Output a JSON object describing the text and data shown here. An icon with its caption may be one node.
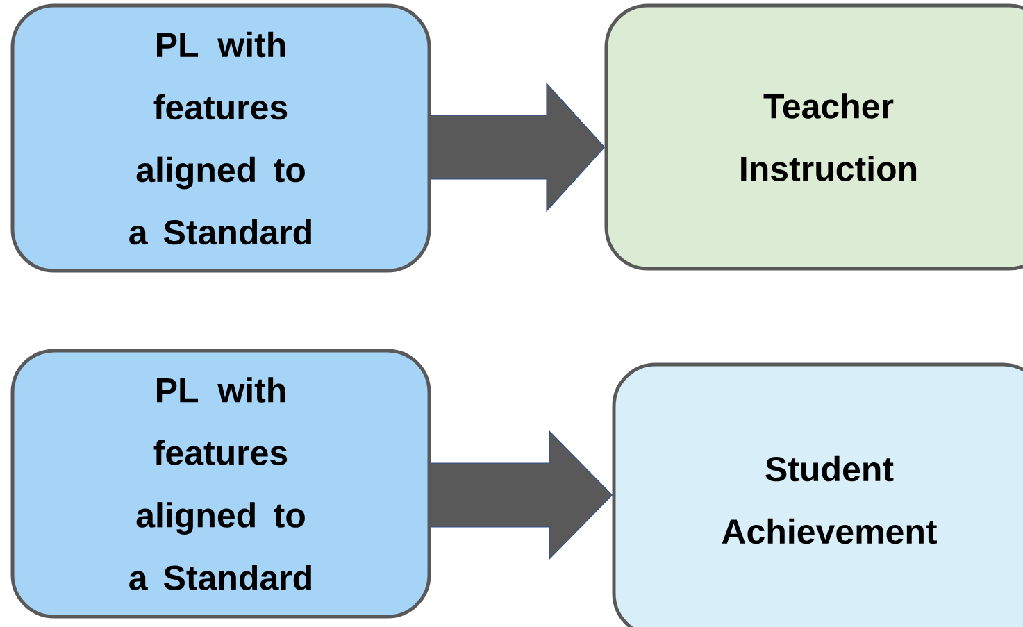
{
  "diagram": {
    "nodes": [
      {
        "text": [
          "PL with features aligned to a Standard"
        ]
      },
      {
        "text": [
          "Teacher Instruction"
        ]
      },
      {
        "text": [
          "PL with features aligned to a Standard"
        ]
      },
      {
        "text": [
          "Student Achievement"
        ]
      }
    ],
    "edges": [
      {
        "from": 0,
        "to": 1,
        "arrow": "to"
      },
      {
        "from": 2,
        "to": 3,
        "arrow": "to"
      }
    ]
  }
}
